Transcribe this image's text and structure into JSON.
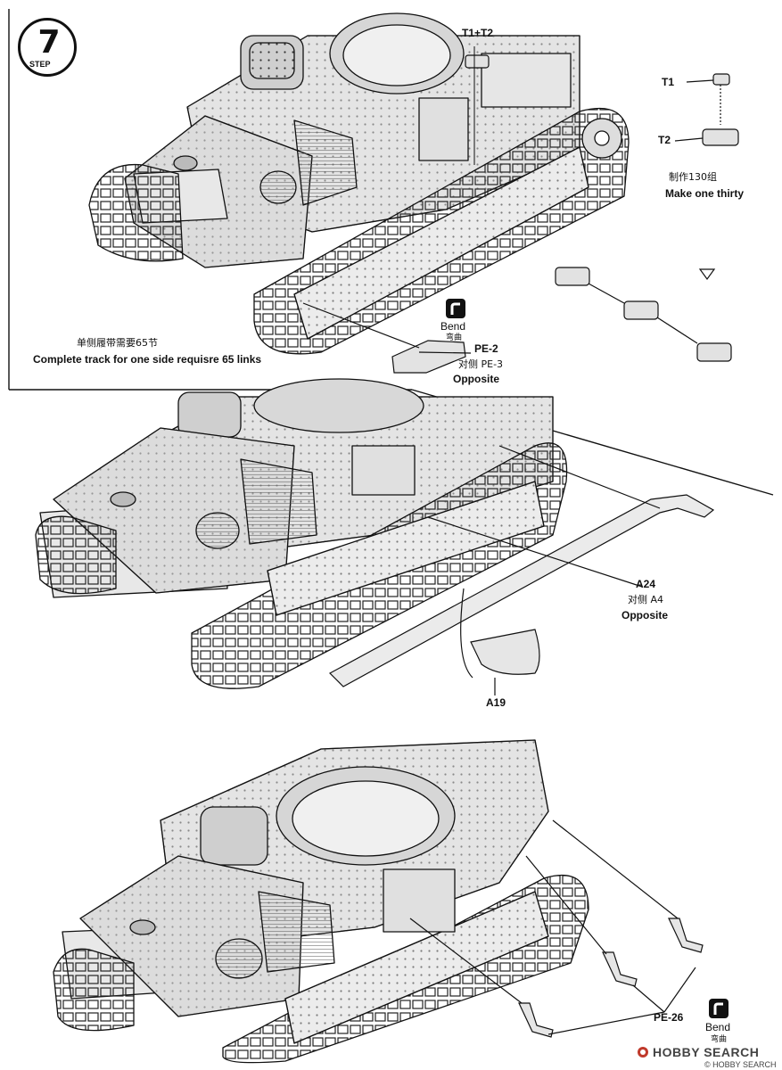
{
  "step": {
    "number": "7",
    "word": "STEP"
  },
  "panel1": {
    "part_t1_t2": "T1+T2",
    "part_t1": "T1",
    "part_t2": "T2",
    "make_cn": "制作130组",
    "make_en": "Make  one thirty",
    "track_note_cn": "单侧履带需要65节",
    "track_note_en": "Complete  track for one side requisre 65 links",
    "bend_en": "Bend",
    "bend_cn": "弯曲",
    "pe2": "PE-2",
    "opposite_cn_pe3": "对侧 PE-3",
    "opposite_en": "Opposite"
  },
  "panel2": {
    "a24": "A24",
    "opposite_cn_a4": "对侧 A4",
    "opposite_en": "Opposite",
    "a19": "A19"
  },
  "panel3": {
    "pe26": "PE-26",
    "bend_en": "Bend",
    "bend_cn": "弯曲"
  },
  "watermark": {
    "brand": "HOBBY SEARCH",
    "sub": "© HOBBY SEARCH"
  }
}
